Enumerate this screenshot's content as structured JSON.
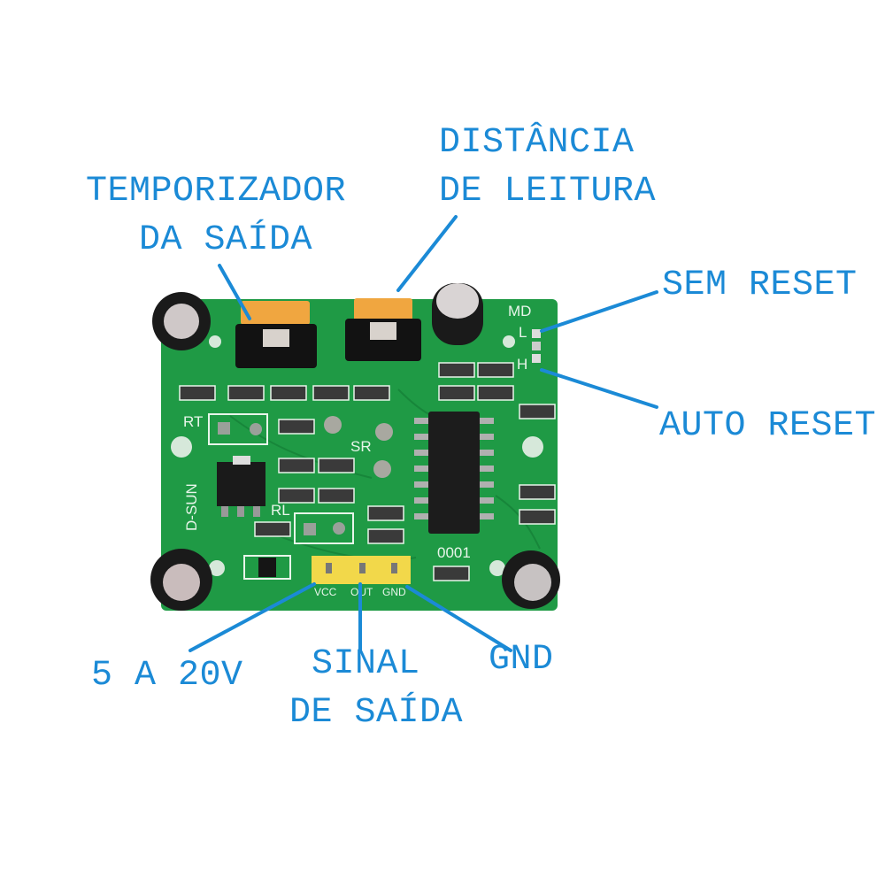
{
  "labels": {
    "output_timer": [
      "TEMPORIZADOR",
      "DA SAÍDA"
    ],
    "read_distance": [
      "DISTÂNCIA",
      "DE LEITURA"
    ],
    "no_reset": "SEM RESET",
    "auto_reset": "AUTO RESET",
    "voltage": "5 A 20V",
    "output_signal": [
      "SINAL",
      "DE SAÍDA"
    ],
    "gnd": "GND"
  },
  "board_silkscreen": {
    "md": "MD",
    "l": "L",
    "h": "H",
    "rt": "RT",
    "sr": "SR",
    "brand": "D-SUN",
    "rl": "RL",
    "code": "0001",
    "pins": [
      "VCC",
      "OUT",
      "GND"
    ]
  },
  "colors": {
    "label": "#1b8ad6",
    "board": "#1f9a45",
    "header": "#f2d84a",
    "potentiometer": "#f0a640"
  }
}
